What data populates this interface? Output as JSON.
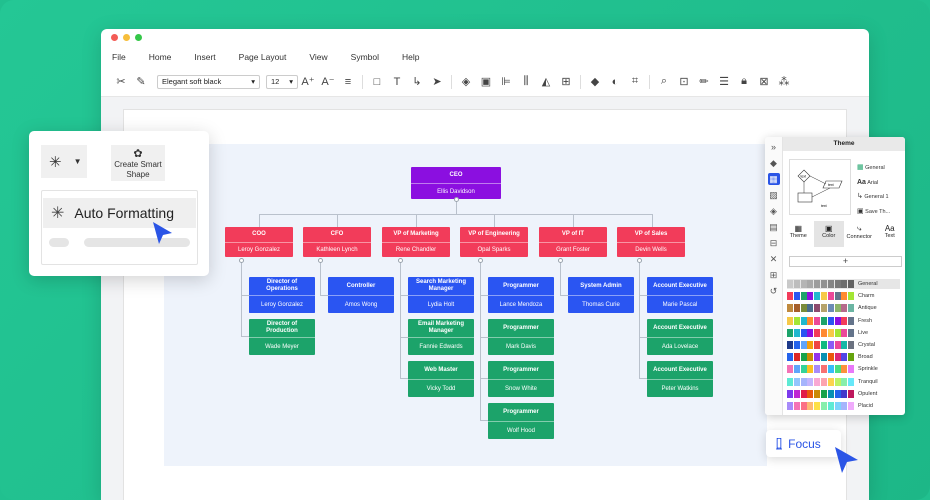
{
  "menu": [
    "File",
    "Home",
    "Insert",
    "Page Layout",
    "View",
    "Symbol",
    "Help"
  ],
  "toolbar": {
    "font": "Elegant soft black",
    "size": "12"
  },
  "org": {
    "ceo": {
      "title": "CEO",
      "name": "Ellis Davidson"
    },
    "vps": [
      {
        "title": "COO",
        "name": "Leroy Gonzalez"
      },
      {
        "title": "CFO",
        "name": "Kathleen Lynch"
      },
      {
        "title": "VP of Marketing",
        "name": "Rene Chandler"
      },
      {
        "title": "VP of Engineering",
        "name": "Opal Sparks"
      },
      {
        "title": "VP of IT",
        "name": "Grant Foster"
      },
      {
        "title": "VP of Sales",
        "name": "Devin Wells"
      }
    ],
    "reports": [
      {
        "title": "Director of Operations",
        "name": "Leroy Gonzalez"
      },
      {
        "title": "Director of Production",
        "name": "Wade Meyer"
      },
      {
        "title": "Controller",
        "name": "Amos Wong"
      },
      {
        "title": "Search Marketing Manager",
        "name": "Lydia Holt"
      },
      {
        "title": "Email Marketing Manager",
        "name": "Fannie Edwards"
      },
      {
        "title": "Web Master",
        "name": "Vicky Todd"
      },
      {
        "title": "Programmer",
        "name": "Lance Mendoza"
      },
      {
        "title": "Programmer",
        "name": "Mark Davis"
      },
      {
        "title": "Programmer",
        "name": "Snow White"
      },
      {
        "title": "Programmer",
        "name": "Wolf Hood"
      },
      {
        "title": "System Admin",
        "name": "Thomas Curie"
      },
      {
        "title": "Account Executive",
        "name": "Marie Pascal"
      },
      {
        "title": "Account Executive",
        "name": "Ada Lovelace"
      },
      {
        "title": "Account Executive",
        "name": "Peter Watkins"
      }
    ]
  },
  "leftPanel": {
    "smart": "Create Smart Shape",
    "auto": "Auto Formatting"
  },
  "rightPanel": {
    "title": "Theme",
    "options": [
      "General",
      "Arial",
      "General 1",
      "Save Th..."
    ],
    "tabs": [
      "Theme",
      "Color",
      "Connector",
      "Text"
    ],
    "palettes": [
      "General",
      "Charm",
      "Antique",
      "Fresh",
      "Live",
      "Crystal",
      "Broad",
      "Sprinkle",
      "Tranquil",
      "Opulent",
      "Placid"
    ],
    "preview_texts": [
      "text",
      "text",
      "text"
    ]
  },
  "focus": "Focus",
  "colors": {
    "purple": "#8b0fe0",
    "red": "#f23c5a",
    "blue": "#2a55f2",
    "green": "#1ca36a",
    "accent": "#2b55e6"
  }
}
